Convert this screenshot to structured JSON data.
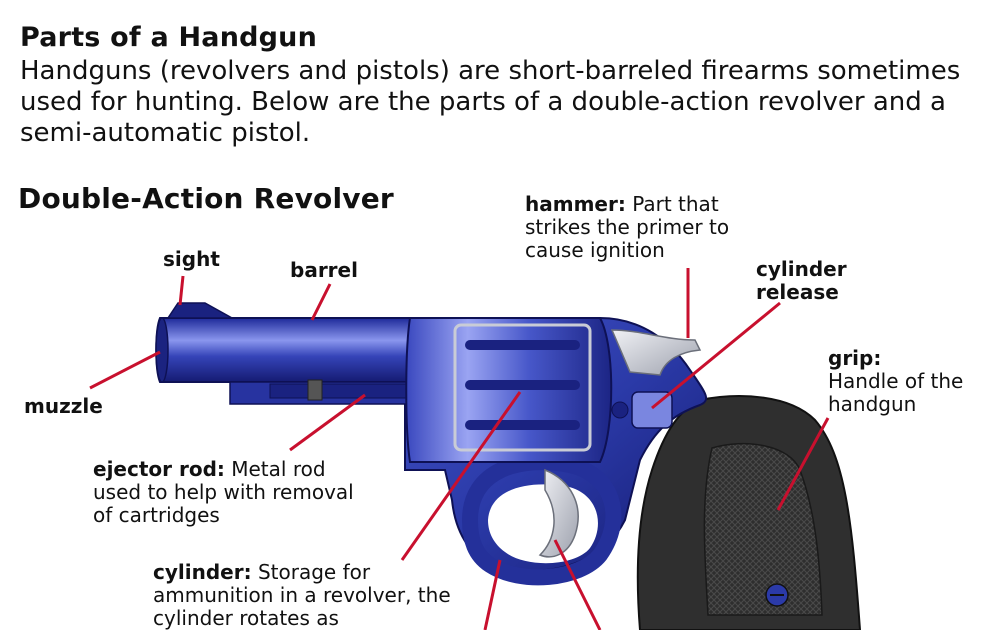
{
  "header": {
    "title": "Parts of a Handgun",
    "intro": "Handguns (revolvers and pistols) are short-barreled firearms sometimes used for hunting. Below are the parts of a double-action revolver and a semi-automatic pistol."
  },
  "section": {
    "title": "Double-Action Revolver"
  },
  "labels": {
    "sight": "sight",
    "barrel": "barrel",
    "muzzle": "muzzle",
    "hammer_term": "hammer:",
    "hammer_desc": "Part that strikes the primer to cause ignition",
    "cylinder_release_line1": "cylinder",
    "cylinder_release_line2": "release",
    "grip_term": "grip:",
    "grip_desc": "Handle of the handgun",
    "ejector_term": "ejector rod:",
    "ejector_desc": "Metal rod used to help with removal of cartridges",
    "cylinder_term": "cylinder:",
    "cylinder_desc": "Storage for ammunition in a revolver, the cylinder rotates as"
  },
  "colors": {
    "leader_line": "#c8102e",
    "gun_blue": "#2b3aa8",
    "gun_dark": "#14186a",
    "gun_light": "#8a96ee",
    "grip": "#3a3a3a",
    "steel": "#c9ccd6"
  }
}
